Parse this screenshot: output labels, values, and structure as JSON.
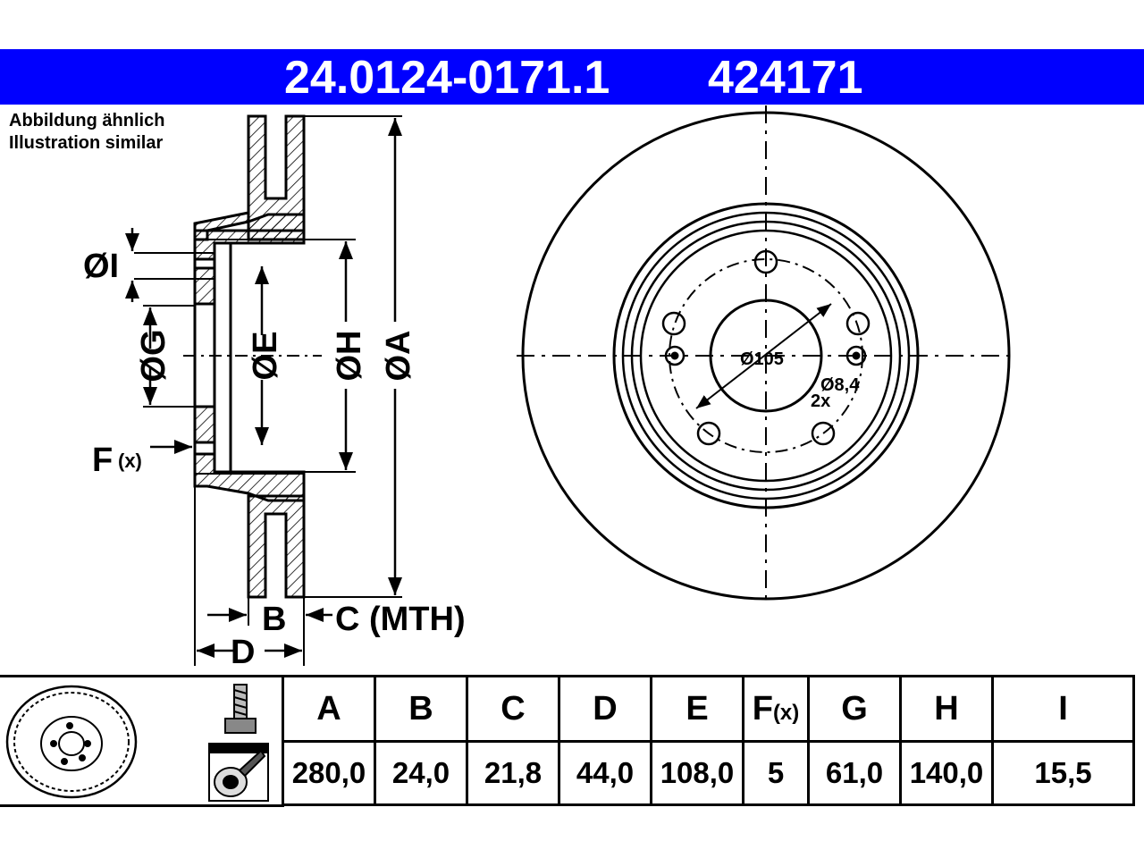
{
  "header": {
    "article_number": "24.0124-0171.1",
    "reference_number": "424171"
  },
  "caption": {
    "line1": "Abbildung ähnlich",
    "line2": "Illustration similar"
  },
  "section_drawing": {
    "labels": {
      "I": "ØI",
      "G": "ØG",
      "E": "ØE",
      "H": "ØH",
      "A": "ØA",
      "F": "F",
      "F_sub": "(x)",
      "B": "B",
      "C": "C (MTH)",
      "D": "D"
    }
  },
  "front_view": {
    "center_bore": "Ø105",
    "bolt_hole": "Ø8,4",
    "bolt_hole_count": "2x"
  },
  "table": {
    "headers": [
      "A",
      "B",
      "C",
      "D",
      "E",
      "F",
      "G",
      "H",
      "I"
    ],
    "f_suffix": "(x)",
    "values": [
      "280,0",
      "24,0",
      "21,8",
      "44,0",
      "108,0",
      "5",
      "61,0",
      "140,0",
      "15,5"
    ]
  },
  "colors": {
    "header_bg": "#0000ff",
    "header_text": "#ffffff",
    "line": "#000000"
  },
  "icons": [
    "brake-disc-thumbnail-icon",
    "bolt-icon",
    "hub-bolt-check-icon"
  ]
}
